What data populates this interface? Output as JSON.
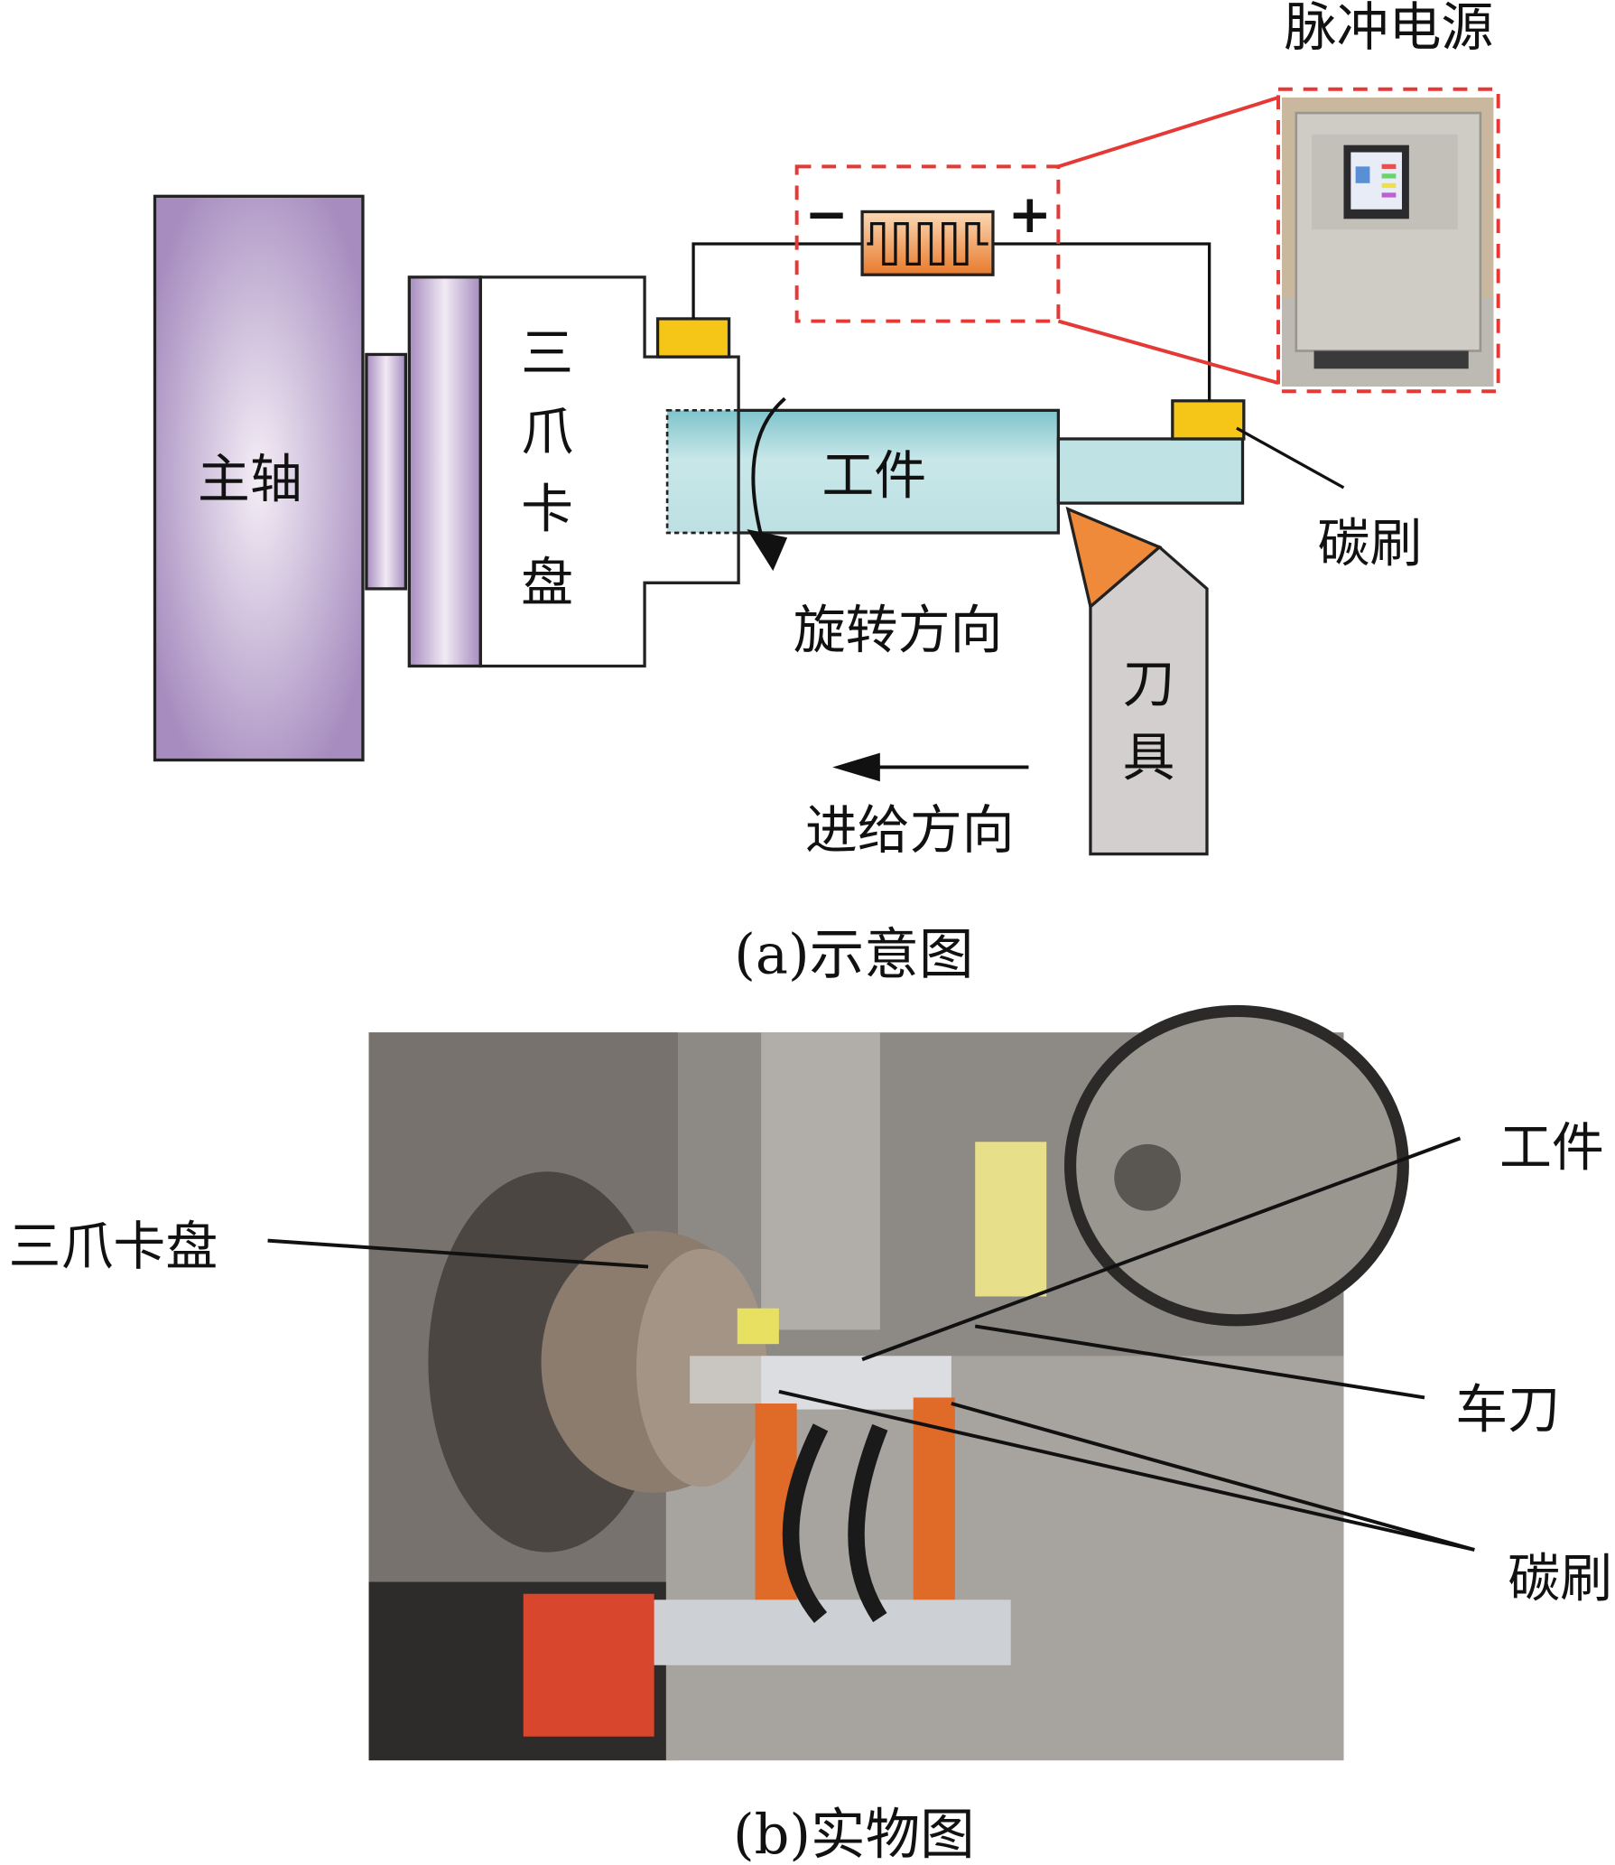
{
  "diagram": {
    "spindle": "主轴",
    "chuck": [
      "三",
      "爪",
      "卡",
      "盘"
    ],
    "workpiece": "工件",
    "rotation": "旋转方向",
    "feed": "进给方向",
    "tool": [
      "刀",
      "具"
    ],
    "brush": "碳刷",
    "power_supply": "脉冲电源",
    "minus": "−",
    "plus": "+",
    "caption": "(a)示意图"
  },
  "photo": {
    "labels": {
      "chuck": "三爪卡盘",
      "workpiece": "工件",
      "tool": "车刀",
      "brush": "碳刷"
    },
    "caption": "(b)实物图"
  },
  "colors": {
    "purple": "#a88fc0",
    "cyan": "#bfe2e4",
    "yellow": "#f5c518",
    "orange": "#ee8a3a",
    "red_dash": "#e53935",
    "tool_gray": "#d3cfcf"
  }
}
